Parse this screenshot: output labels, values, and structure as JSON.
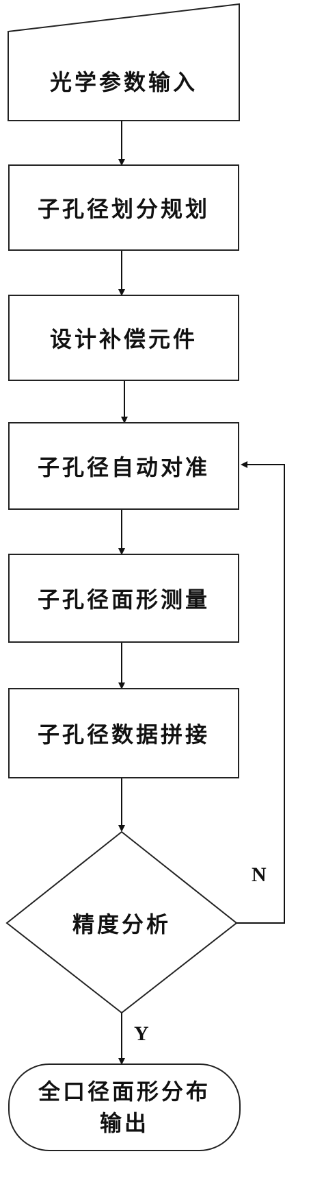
{
  "flowchart": {
    "input_step": "光学参数输入",
    "steps": [
      "子孔径划分规划",
      "设计补偿元件",
      "子孔径自动对准",
      "子孔径面形测量",
      "子孔径数据拼接"
    ],
    "decision": "精度分析",
    "branch_no": "N",
    "branch_yes": "Y",
    "output_line1": "全口径面形分布",
    "output_line2": "输出"
  }
}
